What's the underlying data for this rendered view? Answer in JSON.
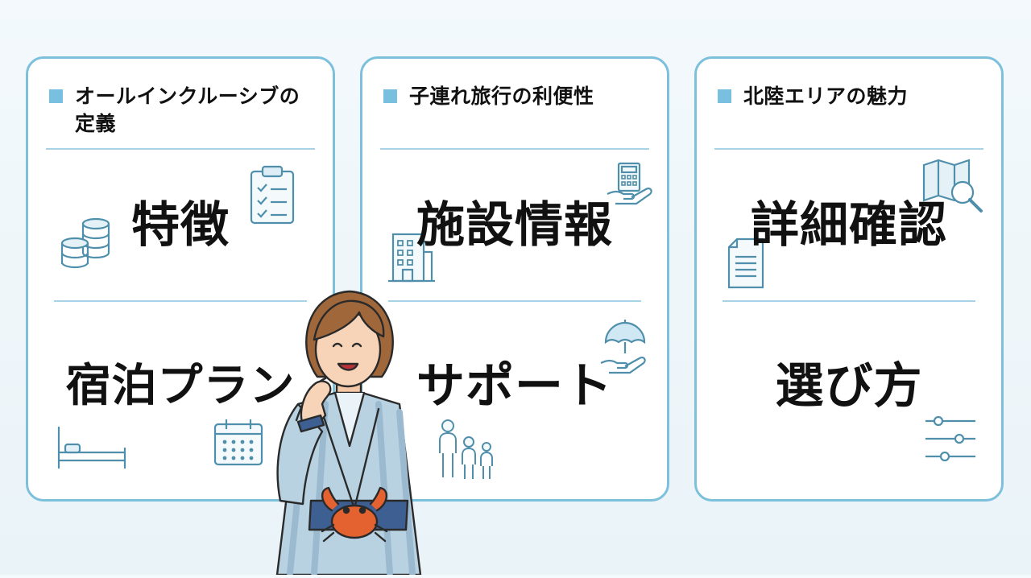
{
  "colors": {
    "card_border": "#7cc0dc",
    "heading_marker": "#78bfe0",
    "icon_stroke": "#4f8fab"
  },
  "cards": [
    {
      "heading": "オールインクルーシブの定義",
      "top_label": "特徴",
      "bottom_label": "宿泊プラン",
      "icons": [
        "coins-icon",
        "checklist-icon",
        "bed-icon",
        "calendar-icon"
      ]
    },
    {
      "heading": "子連れ旅行の利便性",
      "top_label": "施設情報",
      "bottom_label": "サポート",
      "icons": [
        "building-icon",
        "hand-calculator-icon",
        "umbrella-hand-icon",
        "family-icon"
      ]
    },
    {
      "heading": "北陸エリアの魅力",
      "top_label": "詳細確認",
      "bottom_label": "選び方",
      "icons": [
        "map-search-icon",
        "document-icon",
        "sliders-icon"
      ]
    }
  ],
  "character": {
    "description_icon": "woman-yukata-crab-icon"
  }
}
